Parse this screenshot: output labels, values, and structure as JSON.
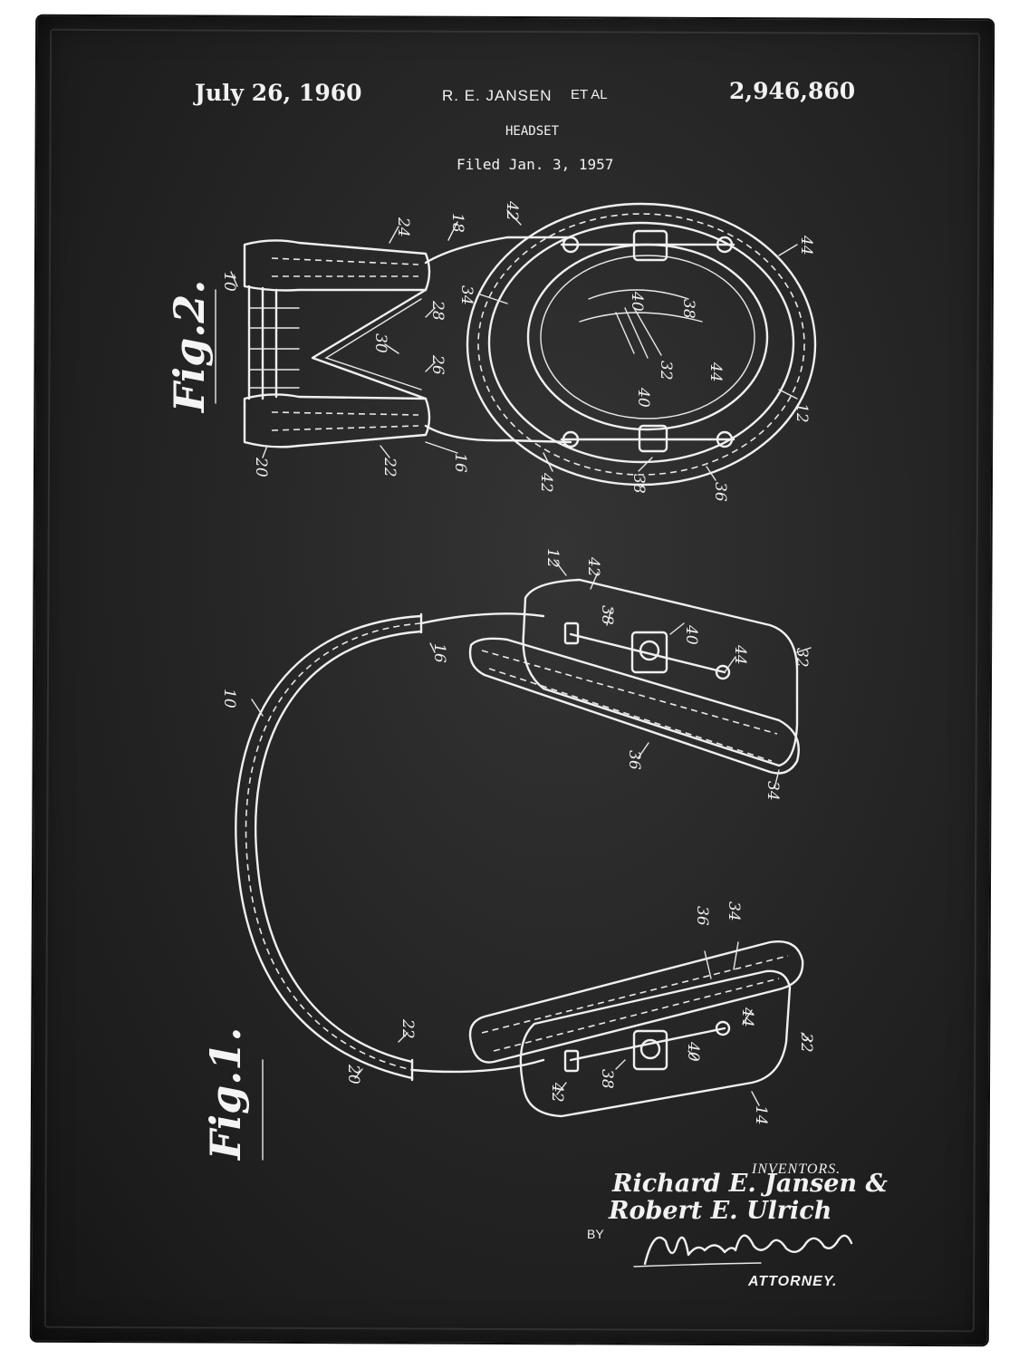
{
  "patent": {
    "date": "July 26, 1960",
    "number": "2,946,860",
    "inventor_header": "R. E. JANSEN",
    "et_al": "ET AL",
    "title": "HEADSET",
    "filed": "Filed Jan. 3, 1957"
  },
  "figures": {
    "fig2_label": "Fig.2.",
    "fig1_label": "Fig.1.",
    "fig2_refs": [
      "10",
      "24",
      "18",
      "42",
      "44",
      "34",
      "28",
      "30",
      "26",
      "20",
      "22",
      "16",
      "40",
      "38",
      "32",
      "44",
      "40",
      "12",
      "42",
      "38",
      "36"
    ],
    "fig1_refs": [
      "12",
      "42",
      "38",
      "40",
      "44",
      "32",
      "16",
      "10",
      "36",
      "34",
      "36",
      "34",
      "44",
      "32",
      "40",
      "38",
      "42",
      "14",
      "22",
      "20"
    ]
  },
  "signature": {
    "inventors_label": "INVENTORS.",
    "inventor_1": "Richard E. Jansen &",
    "inventor_2": "Robert E. Ulrich",
    "by": "BY",
    "attorney_signature": "Morris Liebman",
    "attorney_label": "ATTORNEY."
  },
  "colors": {
    "background": "#262626",
    "line": "#f0f0f0"
  }
}
